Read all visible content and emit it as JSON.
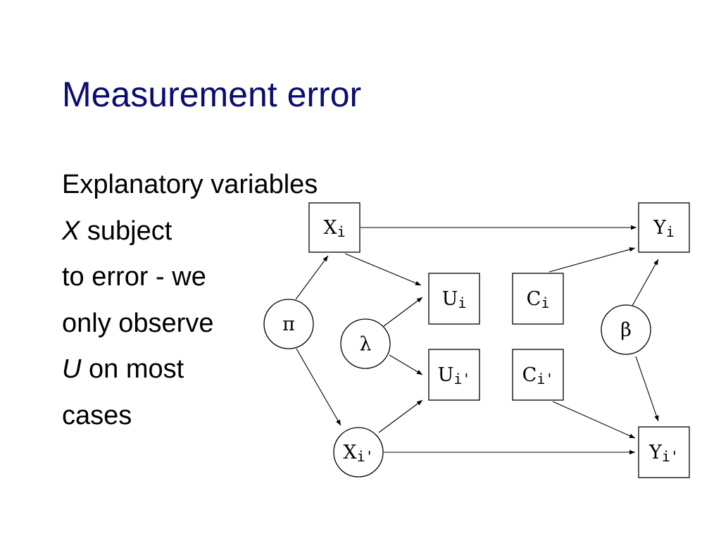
{
  "slide": {
    "title": "Measurement error",
    "body": {
      "line1": "Explanatory variables",
      "line2_var": "X",
      "line2_rest": " subject",
      "line3": "to error - we",
      "line4": "only observe",
      "line5_var": "U",
      "line5_rest": " on most",
      "line6": "cases"
    }
  },
  "diagram": {
    "nodes": {
      "x_i": {
        "base": "X",
        "sub": "i",
        "shape": "box"
      },
      "y_i": {
        "base": "Y",
        "sub": "i",
        "shape": "box"
      },
      "u_i": {
        "base": "U",
        "sub": "i",
        "shape": "box"
      },
      "c_i": {
        "base": "C",
        "sub": "i",
        "shape": "box"
      },
      "u_i_prime": {
        "base": "U",
        "sub": "i'",
        "shape": "box"
      },
      "c_i_prime": {
        "base": "C",
        "sub": "i'",
        "shape": "box"
      },
      "y_i_prime": {
        "base": "Y",
        "sub": "i'",
        "shape": "box"
      },
      "pi": {
        "base": "π",
        "sub": "",
        "shape": "circle"
      },
      "lambda": {
        "base": "λ",
        "sub": "",
        "shape": "circle"
      },
      "beta": {
        "base": "β",
        "sub": "",
        "shape": "circle"
      },
      "x_i_prime": {
        "base": "X",
        "sub": "i'",
        "shape": "circle"
      }
    },
    "edges": [
      [
        "x_i",
        "y_i"
      ],
      [
        "x_i",
        "u_i"
      ],
      [
        "c_i",
        "y_i"
      ],
      [
        "pi",
        "x_i"
      ],
      [
        "pi",
        "x_i_prime"
      ],
      [
        "lambda",
        "u_i"
      ],
      [
        "lambda",
        "u_i_prime"
      ],
      [
        "x_i_prime",
        "u_i_prime"
      ],
      [
        "x_i_prime",
        "y_i_prime"
      ],
      [
        "c_i_prime",
        "y_i_prime"
      ],
      [
        "beta",
        "y_i"
      ],
      [
        "beta",
        "y_i_prime"
      ]
    ]
  }
}
